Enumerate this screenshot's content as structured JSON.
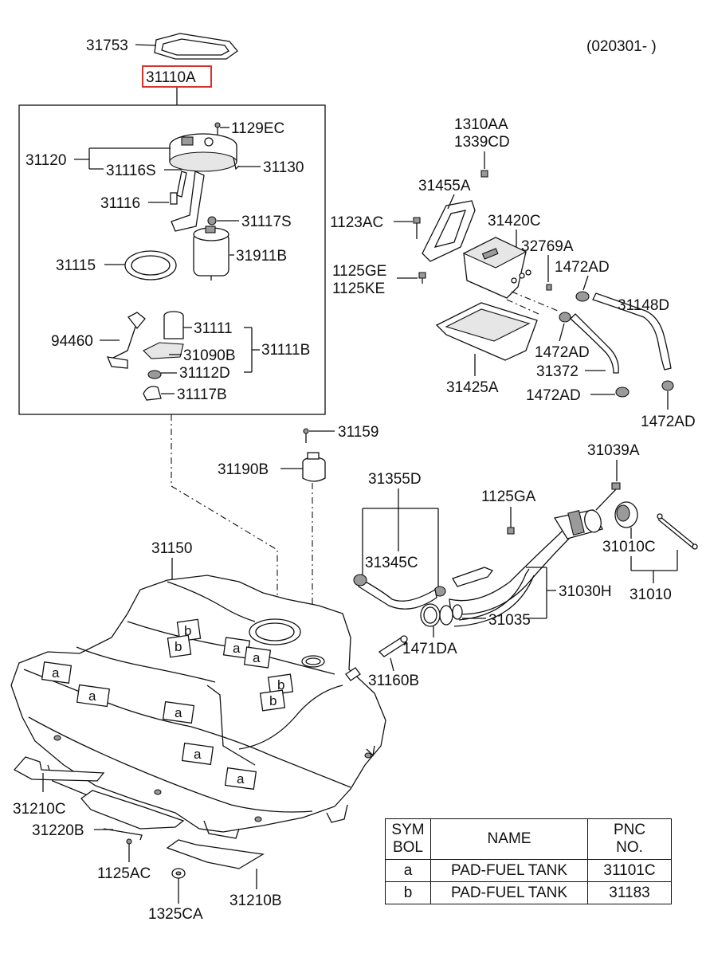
{
  "header": {
    "date_code": "(020301- )",
    "assembly_code": "31110A"
  },
  "callouts": {
    "p31753": "31753",
    "p1129EC": "1129EC",
    "p31120": "31120",
    "p31116S": "31116S",
    "p31130": "31130",
    "p31116": "31116",
    "p31117S": "31117S",
    "p31115": "31115",
    "p31911B": "31911B",
    "p94460": "94460",
    "p31111": "31111",
    "p31090B": "31090B",
    "p31111B": "31111B",
    "p31112D": "31112D",
    "p31117B": "31117B",
    "p1310AA": "1310AA",
    "p1339CD": "1339CD",
    "p31455A": "31455A",
    "p1123AC": "1123AC",
    "p31420C": "31420C",
    "p32769A": "32769A",
    "p1125GE": "1125GE",
    "p1125KE": "1125KE",
    "p1472AD_a": "1472AD",
    "p31148D": "31148D",
    "p1472AD_b": "1472AD",
    "p31425A": "31425A",
    "p31372": "31372",
    "p1472AD_c": "1472AD",
    "p1472AD_d": "1472AD",
    "p31159": "31159",
    "p31190B": "31190B",
    "p31039A": "31039A",
    "p31355D": "31355D",
    "p1125GA": "1125GA",
    "p31010C": "31010C",
    "p31150": "31150",
    "p31345C": "31345C",
    "p31030H": "31030H",
    "p31010": "31010",
    "p31035": "31035",
    "p1471DA": "1471DA",
    "p31160B": "31160B",
    "p31210C": "31210C",
    "p31220B": "31220B",
    "p1125AC": "1125AC",
    "p31210B": "31210B",
    "p1325CA": "1325CA"
  },
  "pad_marks": {
    "a": "a",
    "b": "b"
  },
  "legend": {
    "headers": {
      "sym": "SYM\nBOL",
      "name": "NAME",
      "pnc": "PNC\nNO."
    },
    "rows": [
      {
        "sym": "a",
        "name": "PAD-FUEL TANK",
        "pnc": "31101C"
      },
      {
        "sym": "b",
        "name": "PAD-FUEL TANK",
        "pnc": "31183"
      }
    ]
  },
  "colors": {
    "line": "#111111",
    "highlight_box": "#d9302c"
  }
}
